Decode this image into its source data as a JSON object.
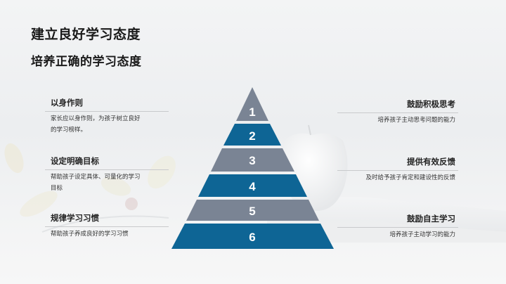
{
  "slide": {
    "title": "建立良好学习态度",
    "subtitle": "培养正确的学习态度"
  },
  "colors": {
    "tier_gray": "#7a8494",
    "tier_blue": "#0e6595",
    "text_dark": "#1a1a1a",
    "divider": "#c8cacc"
  },
  "pyramid": {
    "tiers": [
      {
        "label": "1",
        "color": "gray"
      },
      {
        "label": "2",
        "color": "blue"
      },
      {
        "label": "3",
        "color": "gray"
      },
      {
        "label": "4",
        "color": "blue"
      },
      {
        "label": "5",
        "color": "gray"
      },
      {
        "label": "6",
        "color": "blue"
      }
    ]
  },
  "left_items": [
    {
      "heading": "以身作则",
      "desc_line1": "家长应以身作则，为孩子树立良好",
      "desc_line2": "的学习榜样。"
    },
    {
      "heading": "设定明确目标",
      "desc_line1": "帮助孩子设定具体、可量化的学习",
      "desc_line2": "目标"
    },
    {
      "heading": "规律学习习惯",
      "desc_line1": "帮助孩子养成良好的学习习惯",
      "desc_line2": ""
    }
  ],
  "right_items": [
    {
      "heading": "鼓励积极思考",
      "desc": "培养孩子主动思考问题的能力"
    },
    {
      "heading": "提供有效反馈",
      "desc": "及时给予孩子肯定和建设性的反馈"
    },
    {
      "heading": "鼓励自主学习",
      "desc": "培养孩子主动学习的能力"
    }
  ]
}
